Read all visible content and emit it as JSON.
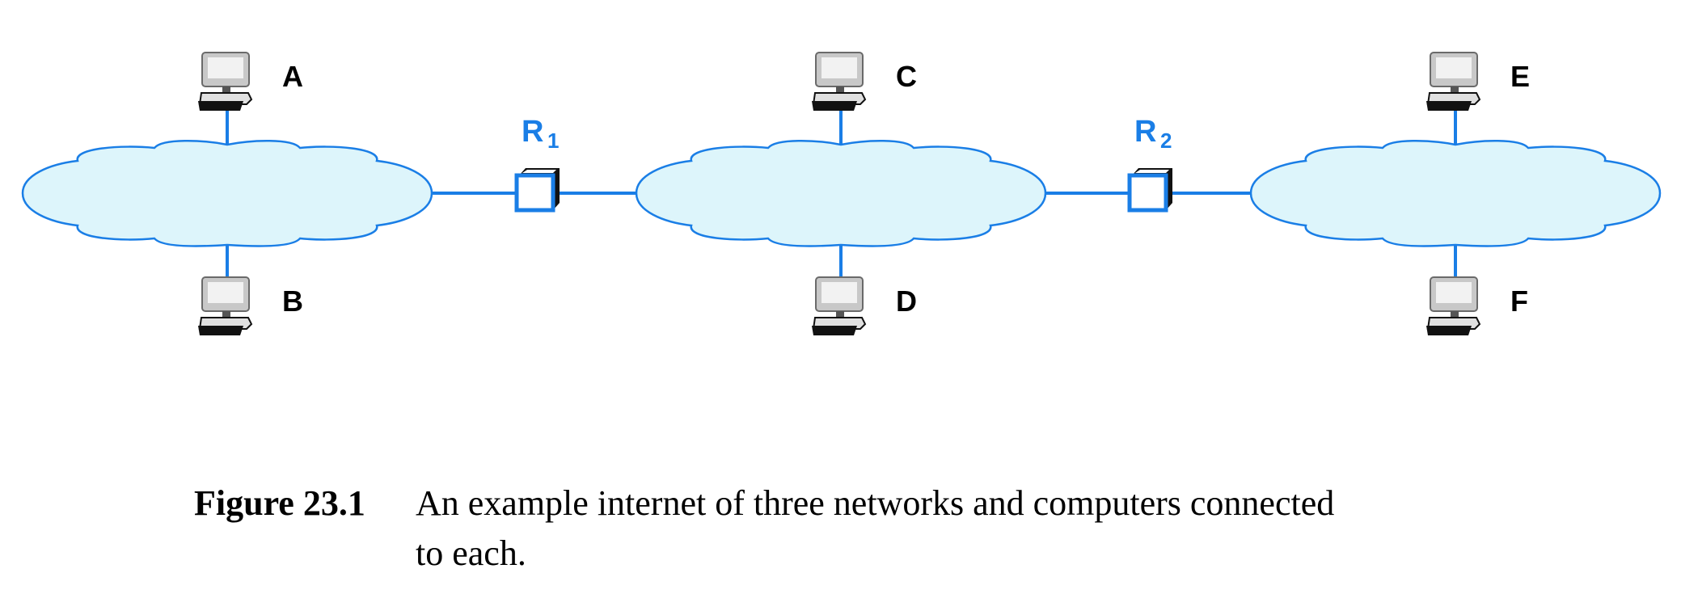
{
  "colors": {
    "link": "#1a7ee6",
    "cloud_fill": "#ddf5fb",
    "cloud_stroke": "#1a7ee6",
    "router_front": "#1a7ee6",
    "router_side": "#111111"
  },
  "networks": [
    {
      "id": "net1",
      "hosts": [
        "A",
        "B"
      ]
    },
    {
      "id": "net2",
      "hosts": [
        "C",
        "D"
      ]
    },
    {
      "id": "net3",
      "hosts": [
        "E",
        "F"
      ]
    }
  ],
  "hosts": {
    "A": {
      "label": "A",
      "icon": "computer-icon"
    },
    "B": {
      "label": "B",
      "icon": "computer-icon"
    },
    "C": {
      "label": "C",
      "icon": "computer-icon"
    },
    "D": {
      "label": "D",
      "icon": "computer-icon"
    },
    "E": {
      "label": "E",
      "icon": "computer-icon"
    },
    "F": {
      "label": "F",
      "icon": "computer-icon"
    }
  },
  "routers": [
    {
      "id": "R1",
      "letter": "R",
      "subscript": "1",
      "connects": [
        "net1",
        "net2"
      ]
    },
    {
      "id": "R2",
      "letter": "R",
      "subscript": "2",
      "connects": [
        "net2",
        "net3"
      ]
    }
  ],
  "caption": {
    "figure_number": "Figure 23.1",
    "text_line1": "An example internet of three networks and computers connected",
    "text_line2": "to each."
  }
}
